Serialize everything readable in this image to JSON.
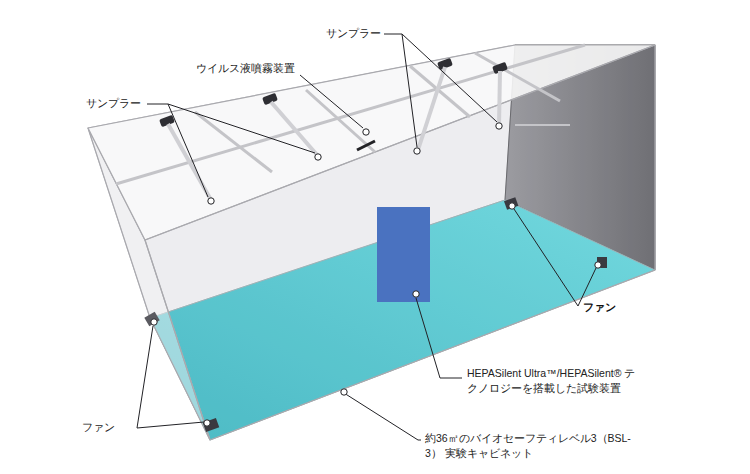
{
  "diagram": {
    "labels": [
      "サンプラー",
      "ウイルス液噴霧装置",
      "サンプラー",
      "ファン",
      "HEPASilent Ultra™/HEPASilent® テクノロジーを搭載した試験装置",
      "約36㎡のバイオセーフティレベル3（BSL-3） 実験キャビネット",
      "ファン"
    ]
  }
}
